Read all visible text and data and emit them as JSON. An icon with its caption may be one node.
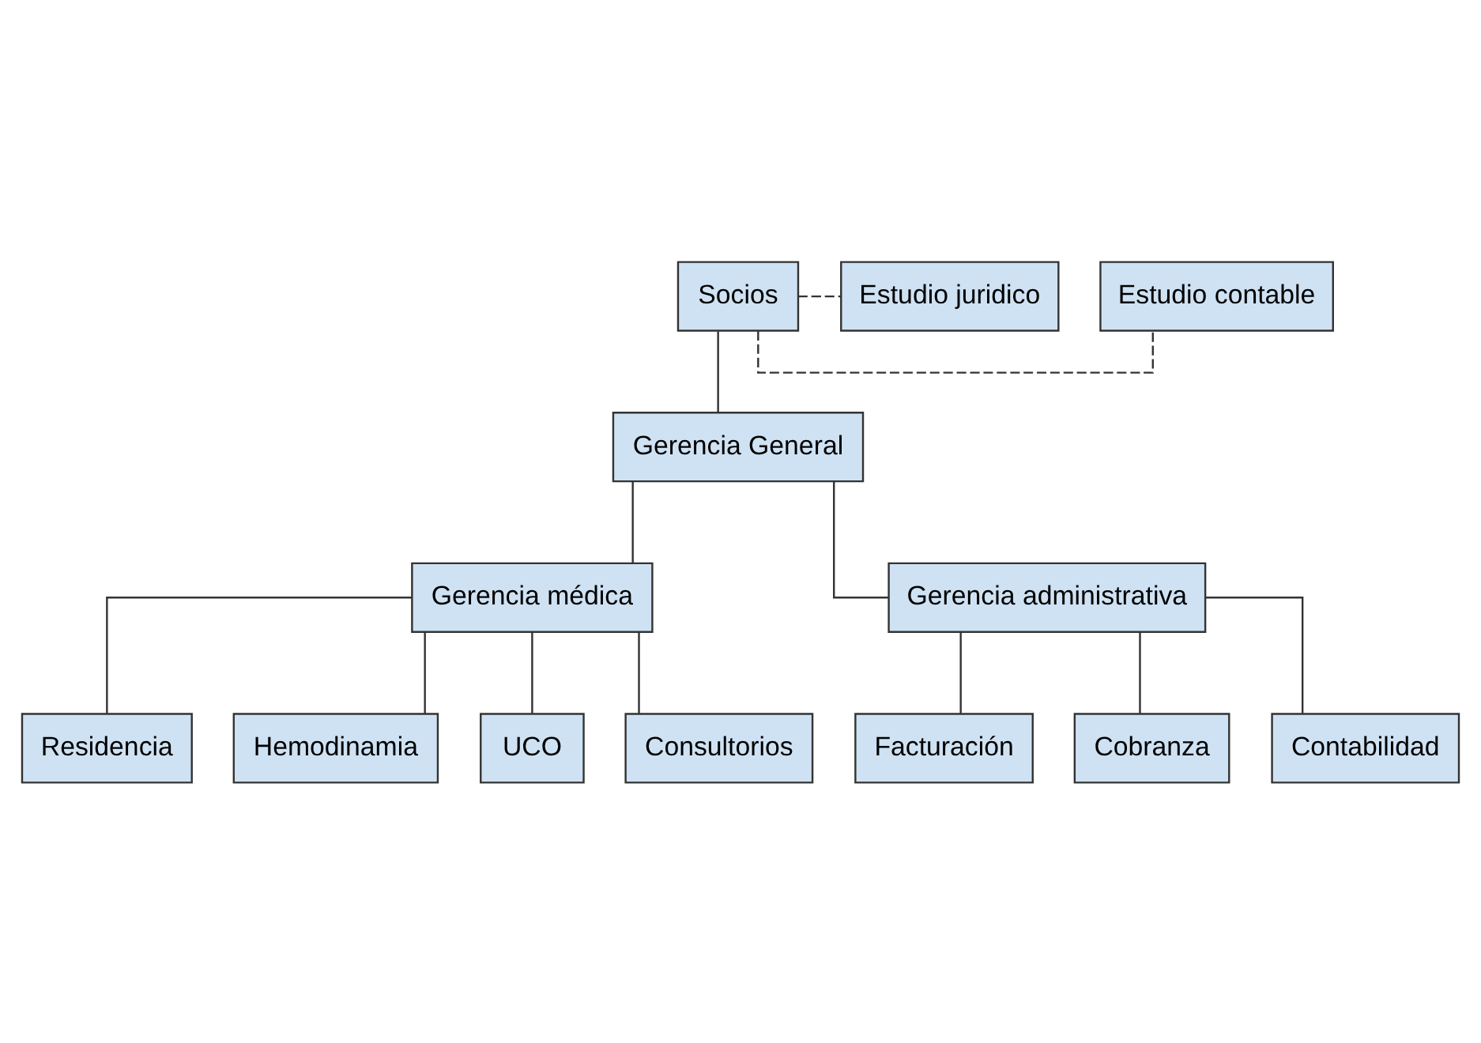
{
  "diagram": {
    "nodes": [
      {
        "text": [
          "Socios"
        ]
      },
      {
        "text": [
          "Estudio contable"
        ]
      },
      {
        "text": [
          "Estudio juridico"
        ]
      },
      {
        "text": [
          "Gerencia General"
        ]
      },
      {
        "text": [
          "Gerencia médica"
        ]
      },
      {
        "text": [
          "Gerencia administrativa"
        ]
      },
      {
        "text": [
          "Residencia"
        ]
      },
      {
        "text": [
          "Hemodinamia"
        ]
      },
      {
        "text": [
          "UCO"
        ]
      },
      {
        "text": [
          "Consultorios"
        ]
      },
      {
        "text": [
          "Facturación"
        ]
      },
      {
        "text": [
          "Cobranza"
        ]
      },
      {
        "text": [
          "Contabilidad"
        ]
      }
    ],
    "edges": [
      {
        "from": 0,
        "to": 3,
        "arrow": "none"
      },
      {
        "from": 0,
        "to": 1,
        "arrow": "none",
        "style": "dashed"
      },
      {
        "from": 0,
        "to": 2,
        "arrow": "none",
        "style": "dashed"
      },
      {
        "from": 3,
        "to": 4,
        "arrow": "none"
      },
      {
        "from": 3,
        "to": 5,
        "arrow": "none"
      },
      {
        "from": 4,
        "to": 6,
        "arrow": "none"
      },
      {
        "from": 4,
        "to": 7,
        "arrow": "none"
      },
      {
        "from": 4,
        "to": 8,
        "arrow": "none"
      },
      {
        "from": 4,
        "to": 9,
        "arrow": "none"
      },
      {
        "from": 5,
        "to": 10,
        "arrow": "none"
      },
      {
        "from": 5,
        "to": 11,
        "arrow": "none"
      },
      {
        "from": 5,
        "to": 12,
        "arrow": "none"
      }
    ]
  }
}
